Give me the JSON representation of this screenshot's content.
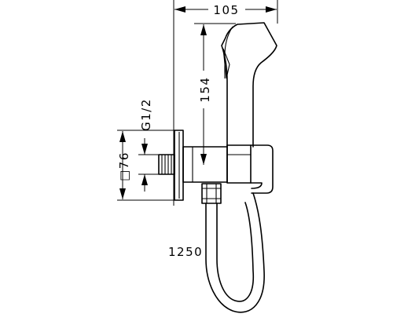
{
  "dimensions": {
    "width_label": "105",
    "height_label": "154",
    "thread_label": "G1/2",
    "rosette_label": "□76",
    "hose_label": "1250"
  }
}
